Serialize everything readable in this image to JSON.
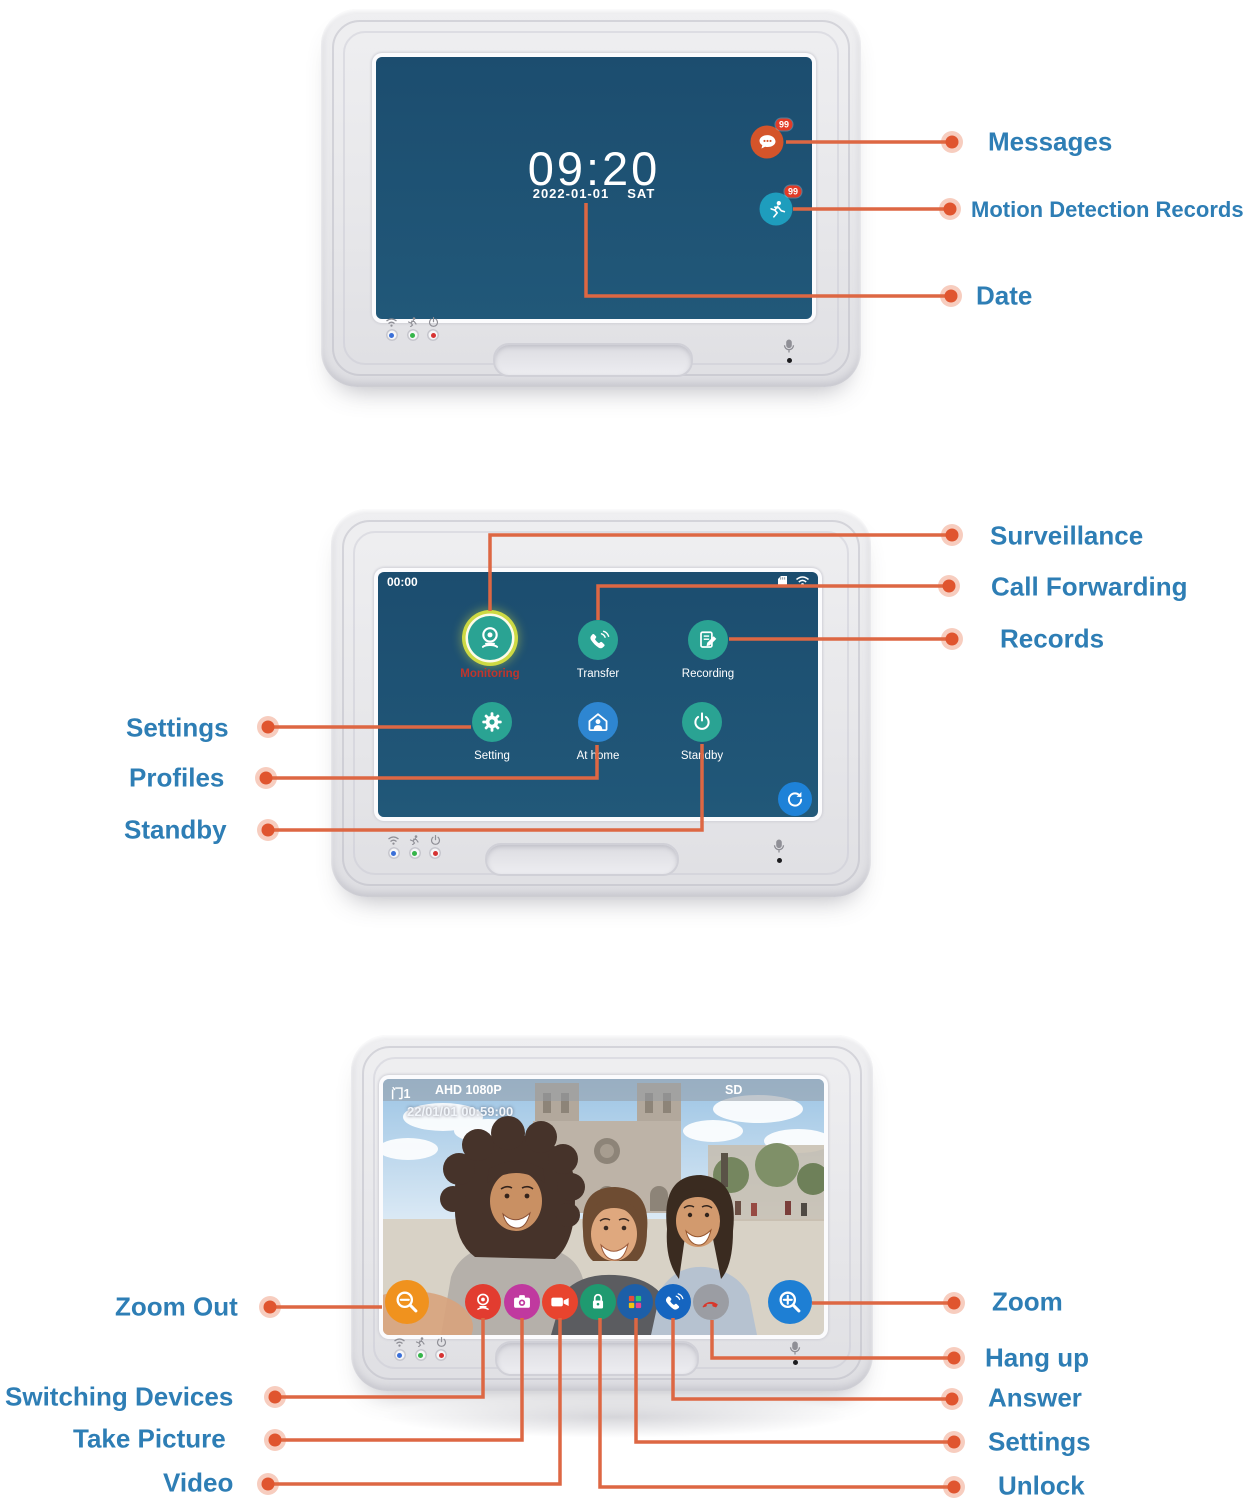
{
  "title": "Video intercom monitor feature diagram",
  "colors": {
    "label_blue": "#2e7eb5",
    "callout_line_orange": "#dd6743",
    "screen_background_teal": "#1f5273",
    "menu_icon_teal": "#2aa393",
    "menu_icon_blue": "#2e86d1",
    "badge_red": "#e23b27",
    "highlight_ring_yellow": "#cdd943"
  },
  "screen1": {
    "time": "09:20",
    "date": "2022-01-01",
    "weekday": "SAT",
    "messages_badge": "99",
    "motion_badge": "99",
    "callouts": {
      "messages": "Messages",
      "motion": "Motion Detection Records",
      "date": "Date"
    }
  },
  "screen2": {
    "status_time": "00:00",
    "apps": [
      {
        "label": "Monitoring"
      },
      {
        "label": "Transfer"
      },
      {
        "label": "Recording"
      },
      {
        "label": "Setting"
      },
      {
        "label": "At home"
      },
      {
        "label": "Standby"
      }
    ],
    "callouts": {
      "surveillance": "Surveillance",
      "call_forwarding": "Call Forwarding",
      "records": "Records",
      "settings": "Settings",
      "profiles": "Profiles",
      "standby": "Standby"
    }
  },
  "screen3": {
    "channel": "门1",
    "resolution": "AHD 1080P",
    "sd_label": "SD",
    "timestamp": "22/01/01 00:59:00",
    "callouts": {
      "zoom_out": "Zoom Out",
      "switching_devices": "Switching Devices",
      "take_picture": "Take Picture",
      "video": "Video",
      "zoom": "Zoom",
      "hang_up": "Hang up",
      "answer": "Answer",
      "settings": "Settings",
      "unlock": "Unlock"
    }
  }
}
